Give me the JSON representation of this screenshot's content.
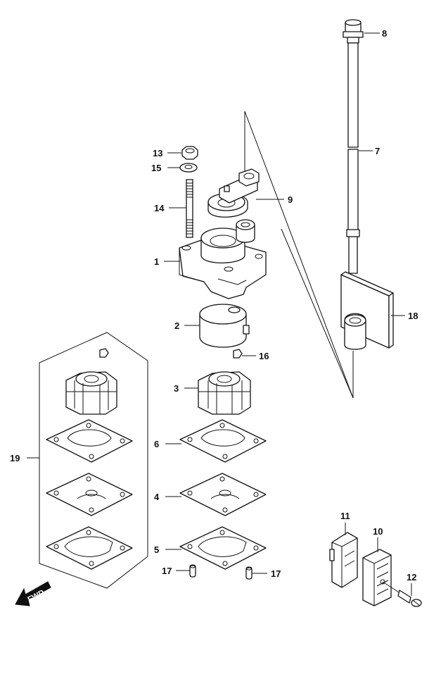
{
  "callouts": {
    "c1": "1",
    "c2": "2",
    "c3": "3",
    "c4": "4",
    "c5": "5",
    "c6": "6",
    "c7": "7",
    "c8": "8",
    "c9": "9",
    "c10": "10",
    "c11": "11",
    "c12": "12",
    "c13": "13",
    "c14": "14",
    "c15": "15",
    "c16": "16",
    "c17a": "17",
    "c17b": "17",
    "c18": "18",
    "c19": "19"
  },
  "fwd_label": "FWD"
}
